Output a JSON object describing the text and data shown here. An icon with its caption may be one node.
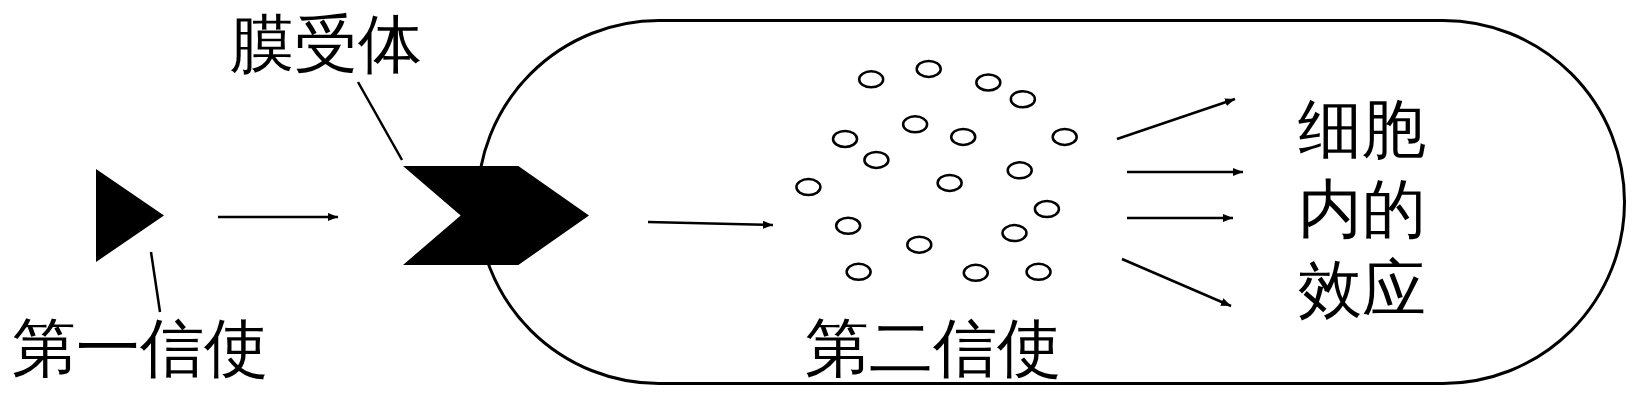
{
  "diagram": {
    "nodes": [
      {
        "text": [],
        "shape": "stadium"
      },
      {
        "text": [
          "第一信使"
        ]
      },
      {
        "text": [],
        "shape": "triangle"
      },
      {
        "text": [
          "膜受体"
        ]
      },
      {
        "text": [],
        "shape": "chevron"
      },
      {
        "text": [],
        "shape": "circle",
        "beside": [
          "第二信使"
        ],
        "in": 0
      },
      {
        "text": [
          "细胞内的效应"
        ],
        "in": 0
      }
    ],
    "edges": [
      {
        "from": 1,
        "to": 2,
        "arrow": "none"
      },
      {
        "from": 3,
        "to": 4,
        "arrow": "none"
      },
      {
        "from": 2,
        "to": 4,
        "arrow": "to"
      },
      {
        "from": 4,
        "to": 5,
        "arrow": "to"
      },
      {
        "from": 5,
        "to": 6,
        "arrow": "to"
      },
      {
        "from": 5,
        "to": 6,
        "arrow": "to"
      },
      {
        "from": 5,
        "to": 6,
        "arrow": "to"
      },
      {
        "from": 5,
        "to": 6,
        "arrow": "to"
      }
    ]
  }
}
